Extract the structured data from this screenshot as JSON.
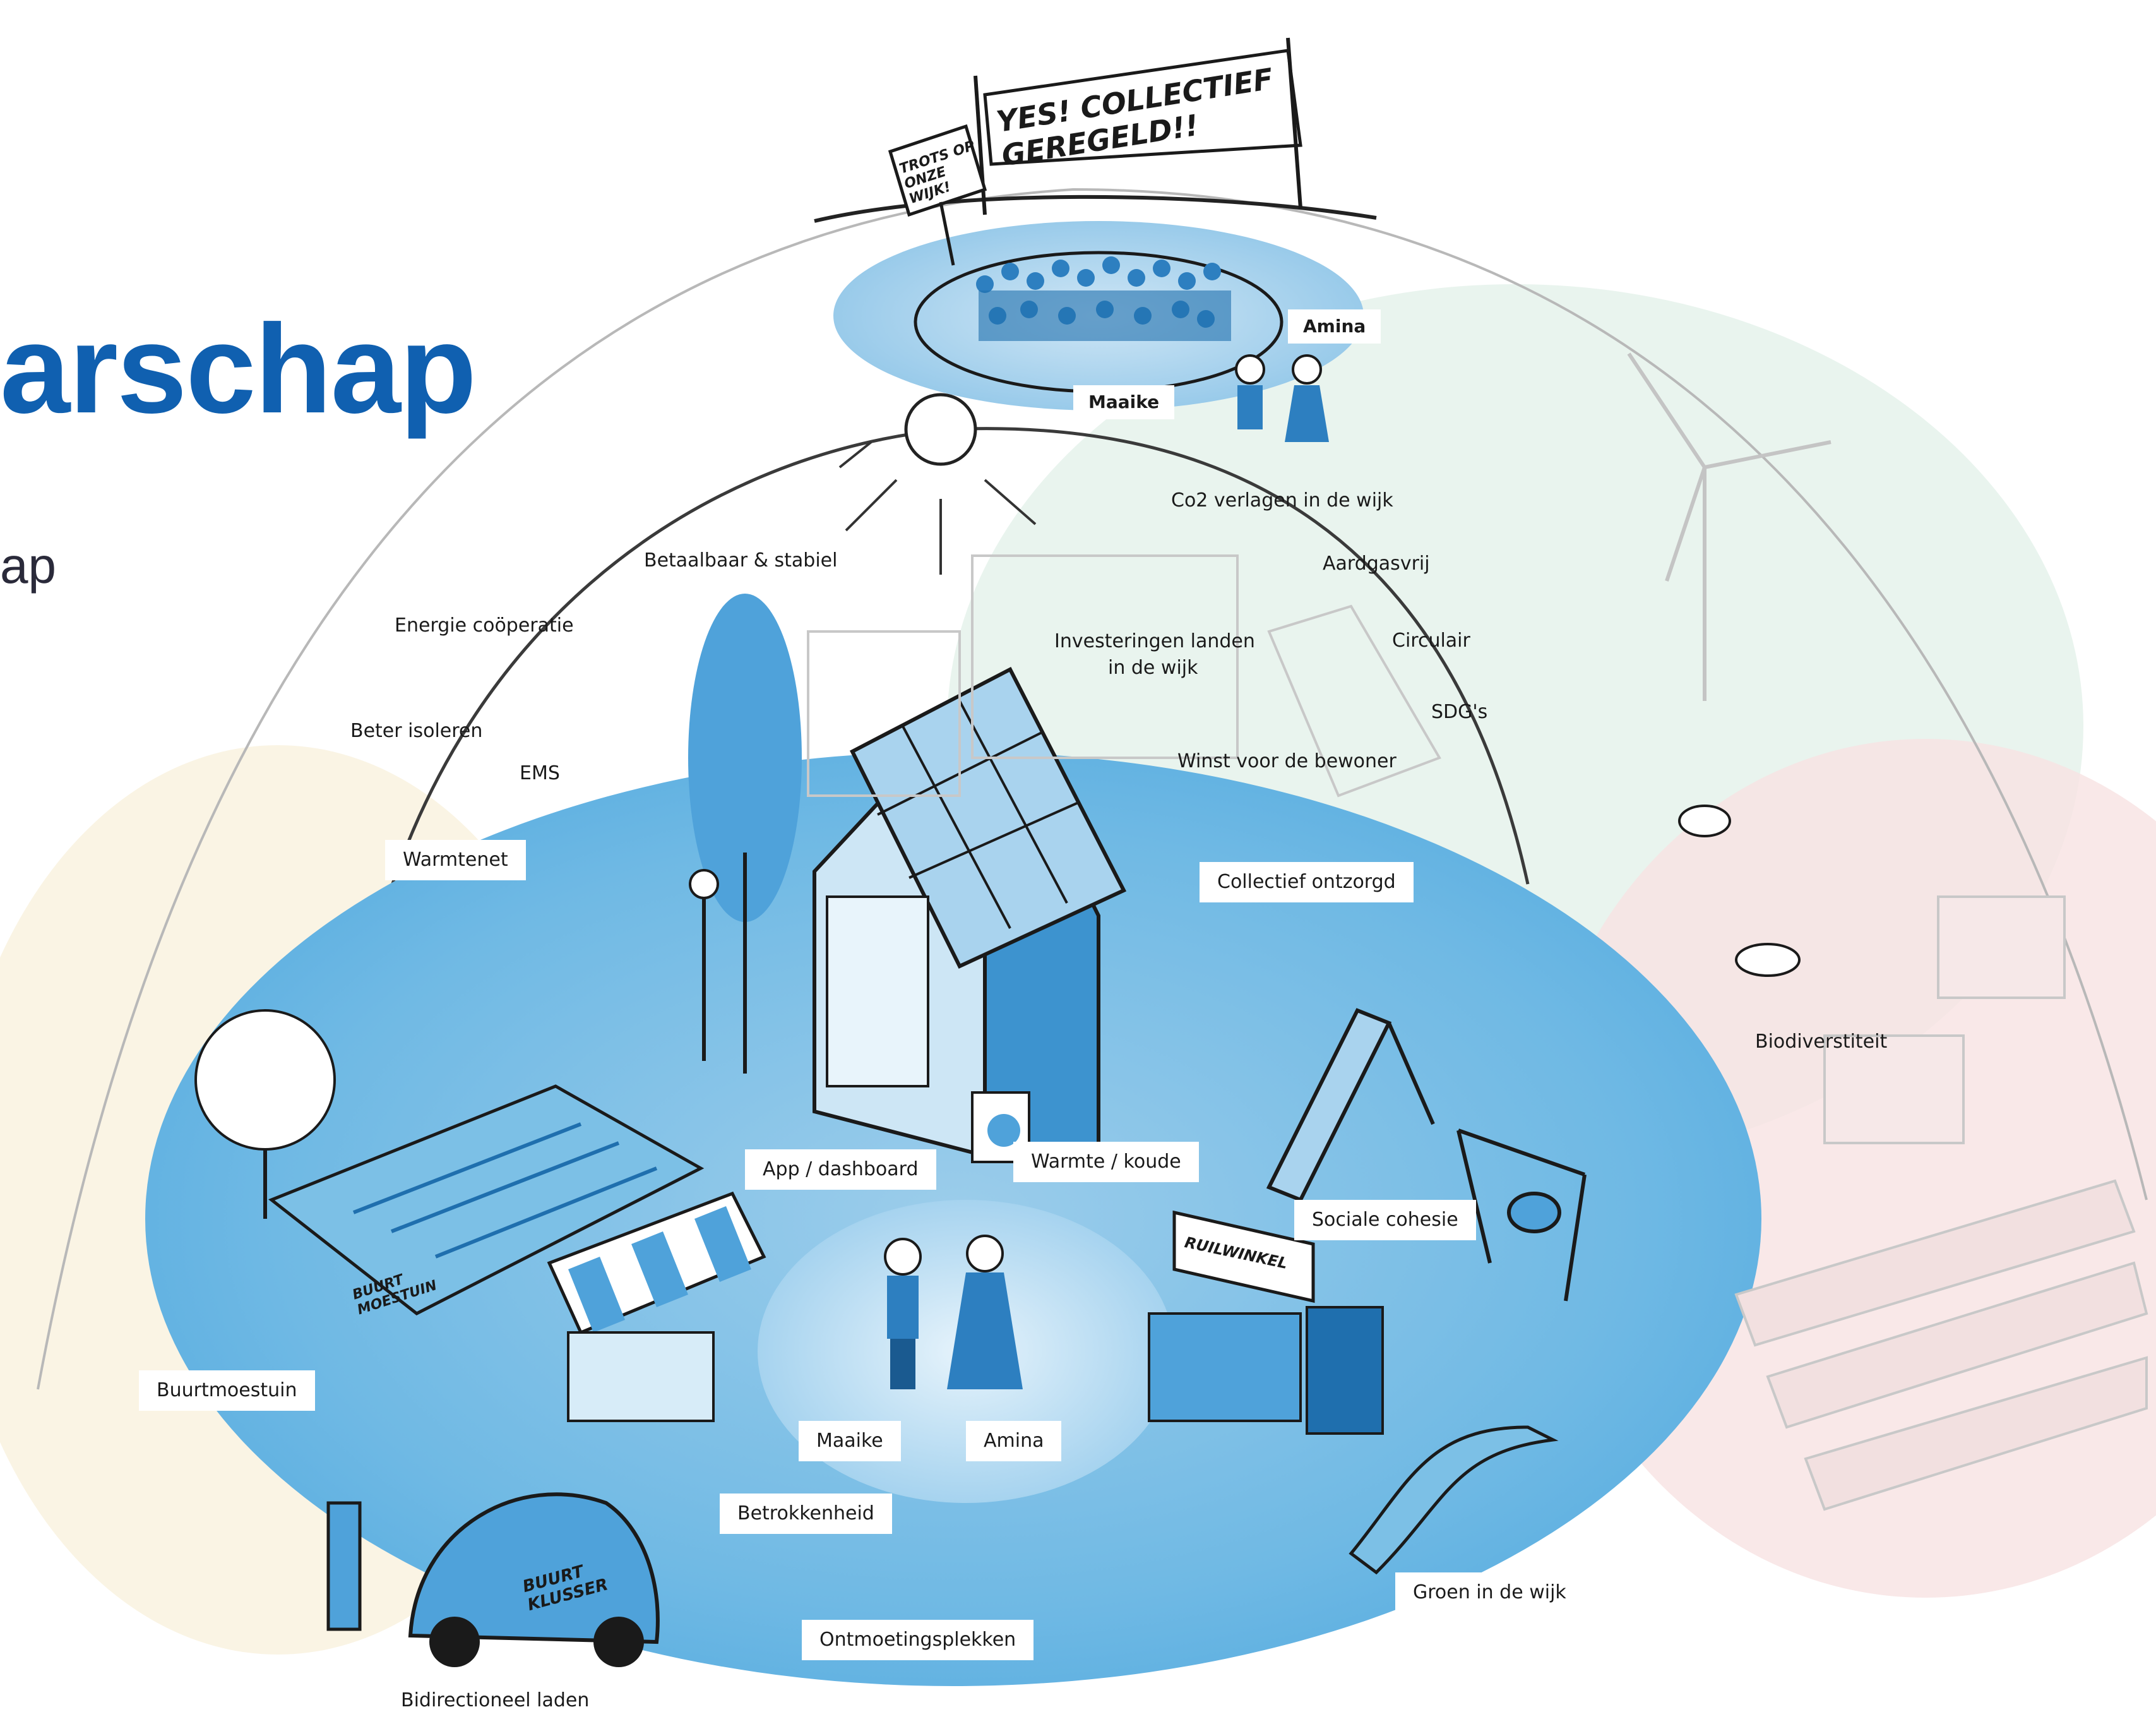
{
  "header": {
    "title": "arschap",
    "subtitle": "ap"
  },
  "banners": {
    "main": "YES! COLLECTIEF GEREGELD!!",
    "sign": "TROTS OP ONZE WIJK!"
  },
  "signs": {
    "garden": "BUURT MOESTUIN",
    "market": "RUILWINKEL",
    "car": "BUURT KLUSSER"
  },
  "labels": {
    "amina_top": "Amina",
    "maaike_top": "Maaike",
    "co2": "Co2 verlagen in de wijk",
    "aardgasvrij": "Aardgasvrij",
    "betaalbaar": "Betaalbaar & stabiel",
    "circulair": "Circulair",
    "energie": "Energie coöperatie",
    "investeringen_1": "Investeringen landen",
    "investeringen_2": "in de wijk",
    "sdgs": "SDG's",
    "beter_isoleren": "Beter isoleren",
    "winst": "Winst voor de bewoner",
    "ems": "EMS",
    "warmtenet": "Warmtenet",
    "collectief": "Collectief ontzorgd",
    "biodiversiteit": "Biodiverstiteit",
    "app": "App / dashboard",
    "warmte": "Warmte / koude",
    "sociale": "Sociale cohesie",
    "buurtmoestuin": "Buurtmoestuin",
    "maaike": "Maaike",
    "amina": "Amina",
    "betrokkenheid": "Betrokkenheid",
    "groen": "Groen in de wijk",
    "ontmoeting": "Ontmoetingsplekken",
    "bidirectioneel": "Bidirectioneel laden"
  },
  "colors": {
    "title": "#1060b0",
    "main_blue": "#5aaee0",
    "light_blue": "#a9d3ee",
    "dark_blue": "#1d6fb3",
    "green_zone": "#e4f1ea",
    "yellow_zone": "#f8f0d8",
    "red_zone": "#f8e2e2"
  }
}
